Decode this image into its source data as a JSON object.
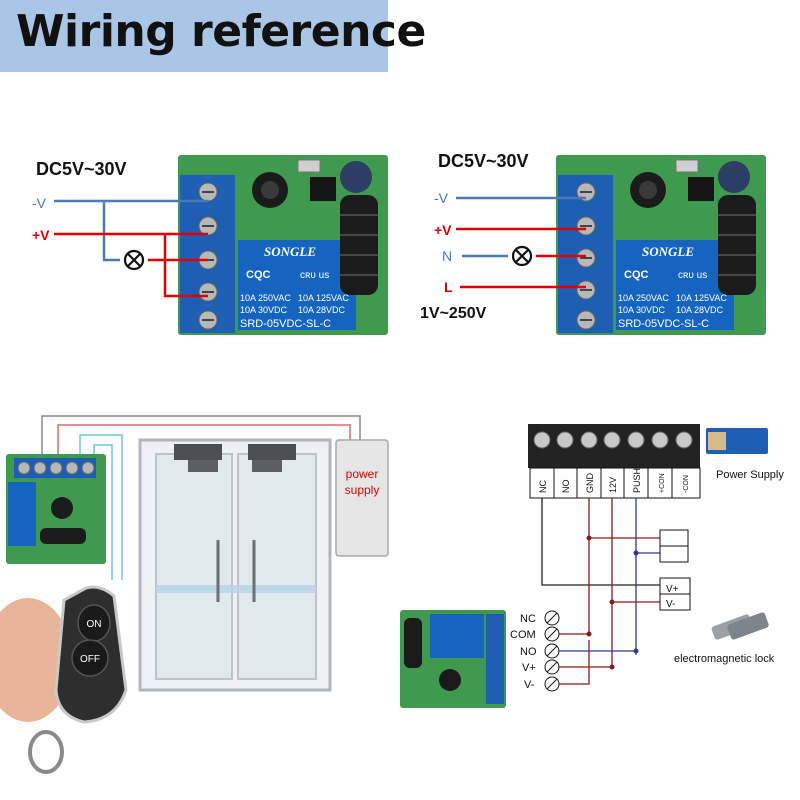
{
  "header": {
    "title": "Wiring reference"
  },
  "panel_a": {
    "voltage": "DC5V~30V",
    "neg_label": "-V",
    "pos_label": "+V"
  },
  "panel_b": {
    "voltage": "DC5V~30V",
    "neg_label": "-V",
    "pos_label": "+V",
    "n_label": "N",
    "l_label": "L",
    "ac_label": "1V~250V"
  },
  "relay": {
    "brand": "SONGLE",
    "rating_left_1": "10A 250VAC",
    "rating_left_2": "10A 30VDC",
    "rating_right_1": "10A 125VAC",
    "rating_right_2": "10A 28VDC",
    "model": "SRD-05VDC-SL-C",
    "cert_1": "CQC",
    "cert_2": "cʀᴜ us"
  },
  "door_panel": {
    "supply_line_1": "power",
    "supply_line_2": "supply",
    "remote_on": "ON",
    "remote_off": "OFF"
  },
  "lock_panel": {
    "terminals": [
      "NC",
      "NO",
      "GND",
      "12V",
      "PUSH",
      "+CON",
      "-CON"
    ],
    "power_supply": "Power Supply",
    "v_plus": "V+",
    "v_minus": "V-",
    "relay_terms": [
      "NC",
      "COM",
      "NO",
      "V+",
      "V-"
    ],
    "lock_label": "electromagnetic lock"
  },
  "colors": {
    "blue_wire": "#4a78b8",
    "red_wire": "#e00000",
    "title_bg": "#a9c6e6",
    "relay_blue": "#1565c0",
    "pcb_green": "#3f9a4f"
  }
}
